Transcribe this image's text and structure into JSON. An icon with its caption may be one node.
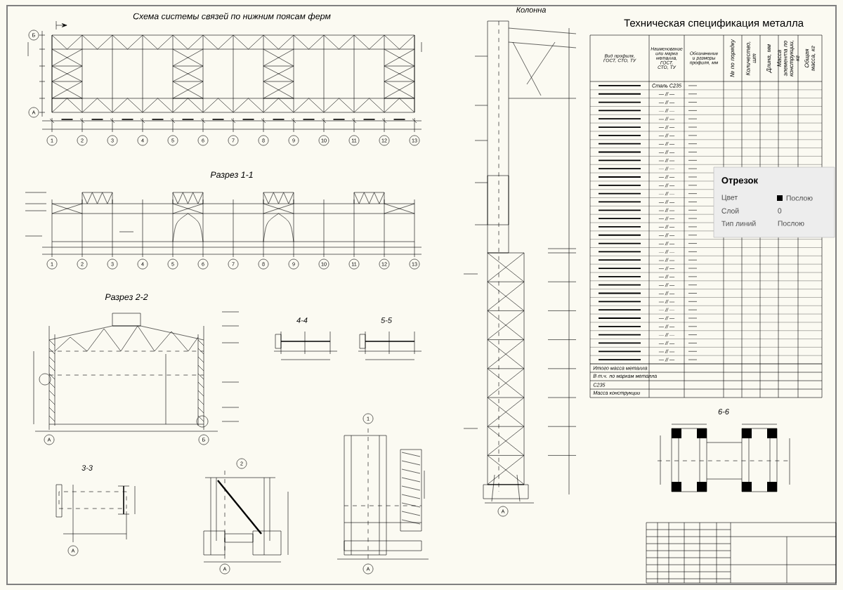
{
  "diagram": {
    "nodes": [
      {
        "text": [
          "Отрезок",
          "Цвет",
          "Послою",
          "Слой",
          "0",
          "Тип линий",
          "Послою"
        ]
      }
    ],
    "labels": [
      "Схема системы связей по нижним поясам ферм",
      "Б",
      "А",
      "1",
      "2",
      "3",
      "4",
      "5",
      "6",
      "7",
      "8",
      "9",
      "10",
      "11",
      "12",
      "13",
      "Разрез 1-1",
      "1",
      "2",
      "3",
      "4",
      "5",
      "6",
      "7",
      "8",
      "9",
      "10",
      "11",
      "12",
      "13",
      "Разрез 2-2",
      "А",
      "Б",
      "4-4",
      "5-5",
      "3-3",
      "А",
      "2",
      "А",
      "1",
      "А",
      "Колонна",
      "А",
      "Техническая спецификация металла",
      "Вид профиля, ГОСТ, СТО, ТУ",
      "Наименование или марка металла, ГОСТ, СТО, ТУ",
      "Обозначение и размеры профиля, мм",
      "№ по порядку",
      "Количество, шт",
      "Длина, мм",
      "Масса элемента по конструкции, кг",
      "Общая масса, кг",
      "Сталь С235",
      "— // —",
      "— // —",
      "— // —",
      "— // —",
      "— // —",
      "— // —",
      "— // —",
      "— // —",
      "— // —",
      "— // —",
      "— // —",
      "— // —",
      "— // —",
      "— // —",
      "— // —",
      "— // —",
      "— // —",
      "— // —",
      "— // —",
      "— // —",
      "— // —",
      "— // —",
      "— // —",
      "— // —",
      "— // —",
      "— // —",
      "— // —",
      "— // —",
      "— // —",
      "— // —",
      "— // —",
      "— // —",
      "— // —",
      "Итого масса металла",
      "В т.ч. по маркам металла",
      "С235",
      "Масса конструкции",
      "6-6"
    ]
  }
}
